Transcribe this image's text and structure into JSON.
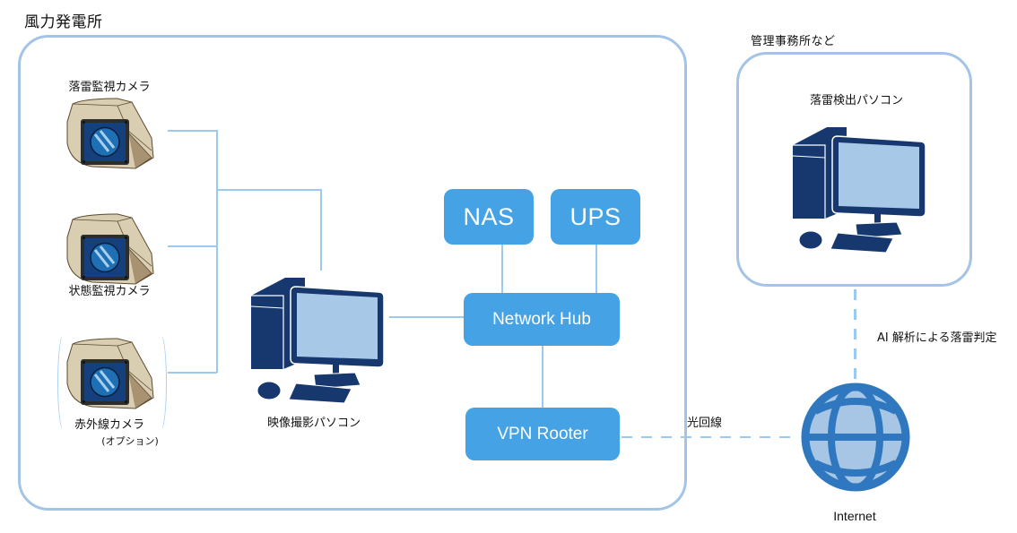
{
  "site": {
    "title": "風力発電所",
    "cameras": [
      {
        "label": "落雷監視カメラ",
        "sublabel": null
      },
      {
        "label": "状態監視カメラ",
        "sublabel": null
      },
      {
        "label": "赤外線カメラ",
        "sublabel": "(オプション)"
      }
    ],
    "capture_pc": {
      "label": "映像撮影パソコン"
    },
    "nas": {
      "label": "NAS"
    },
    "ups": {
      "label": "UPS"
    },
    "hub": {
      "label": "Network Hub"
    },
    "router": {
      "label": "VPN Rooter"
    }
  },
  "office": {
    "title": "管理事務所など",
    "detection_pc": {
      "label": "落雷検出パソコン"
    }
  },
  "links": {
    "fiber_label": "光回線",
    "ai_label": "AI 解析による落雷判定"
  },
  "internet": {
    "label": "Internet"
  },
  "colors": {
    "frame": "#a3c4e6",
    "node": "#45a3e5",
    "connector": "#9cc9f0",
    "pc_navy": "#17376f",
    "pc_screen": "#a8c8e8",
    "globe_stroke": "#2f78bf",
    "globe_fill": "#a7c6e6",
    "camera_housing": "#d9cdb2",
    "camera_lens": "#1f6fb4"
  }
}
